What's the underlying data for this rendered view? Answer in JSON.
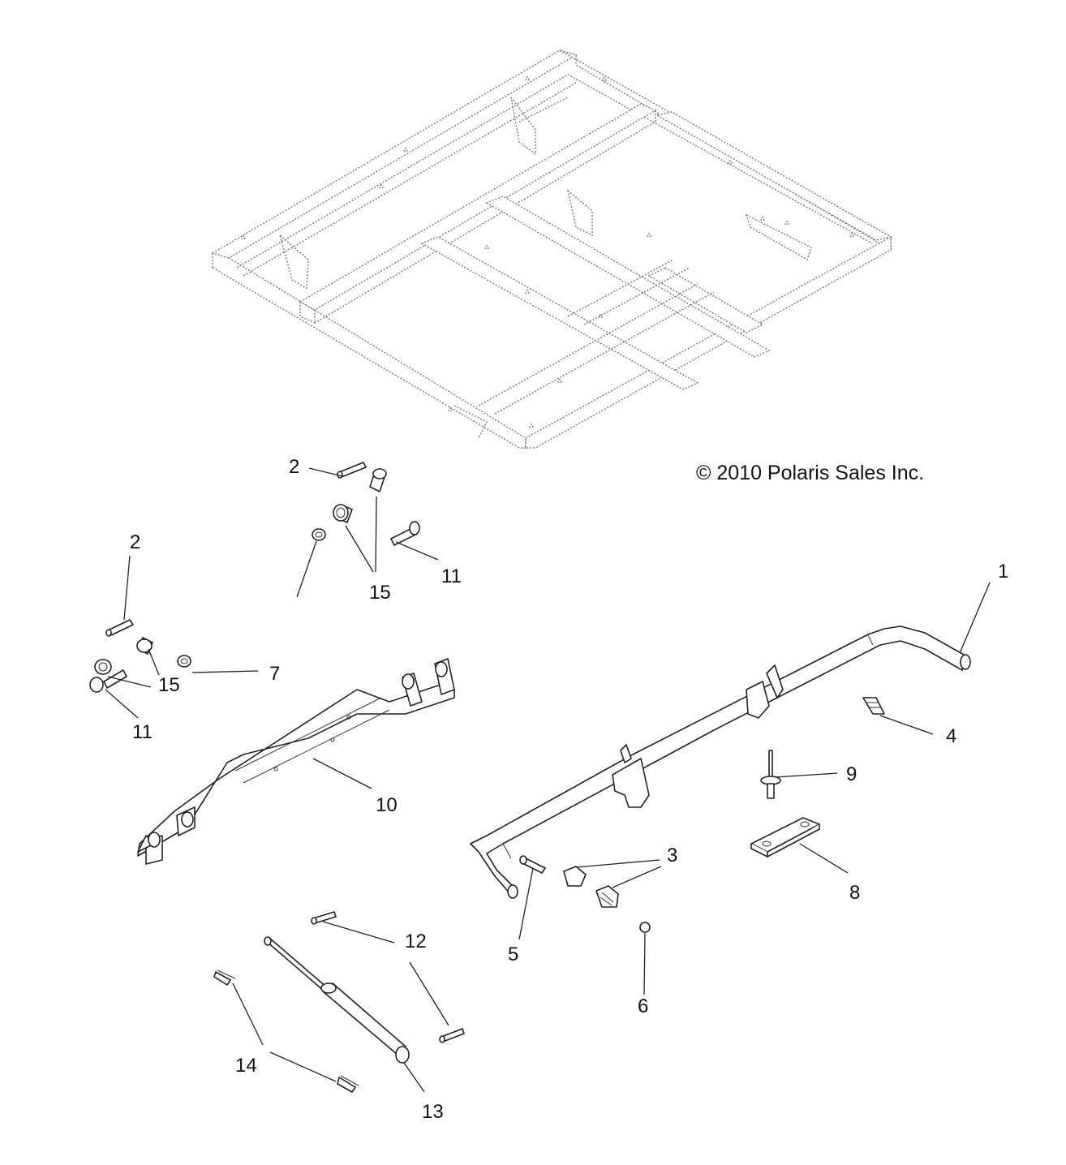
{
  "copyright": "© 2010 Polaris Sales Inc.",
  "callouts": {
    "c1": "1",
    "c2a": "2",
    "c2b": "2",
    "c3": "3",
    "c4": "4",
    "c5": "5",
    "c6": "6",
    "c7": "7",
    "c8": "8",
    "c9": "9",
    "c10": "10",
    "c11a": "11",
    "c11b": "11",
    "c12": "12",
    "c13": "13",
    "c14": "14",
    "c15a": "15",
    "c15b": "15"
  }
}
